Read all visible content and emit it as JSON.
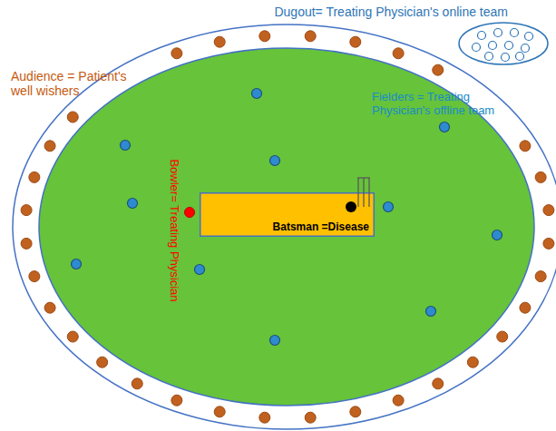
{
  "diagram": {
    "nodes": [
      {
        "text": [
          "Dugout= Treating Physician's online team"
        ]
      },
      {
        "text": [
          "Fielders = Treating Physician's offline team"
        ]
      },
      {
        "text": [
          "Batsman =Disease"
        ],
        "in": 1
      }
    ],
    "labels": [
      "Audience = Patient's well wishers",
      "Bowler= Treating Physician"
    ]
  }
}
